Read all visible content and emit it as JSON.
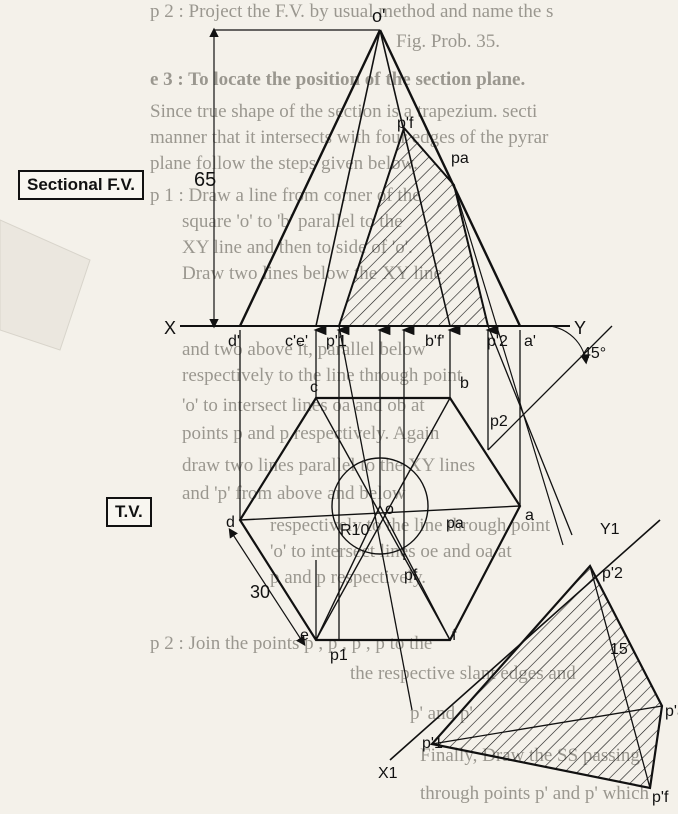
{
  "book_text": {
    "lines": [
      {
        "key": "l1",
        "text": "p 2 : Project the F.V. by usual method and name the s"
      },
      {
        "key": "l2",
        "text": "Fig. Prob. 35."
      },
      {
        "key": "l3",
        "text": "e 3 : To locate the position of the section plane."
      },
      {
        "key": "l4",
        "text": "Since true shape of the section is a trapezium. secti"
      },
      {
        "key": "l5",
        "text": "manner that it intersects with four edges of the pyrar"
      },
      {
        "key": "l6",
        "text": "plane follow the steps given below."
      },
      {
        "key": "l7",
        "text": "p 1 : Draw a line from corner of the"
      },
      {
        "key": "l8",
        "text": "square 'o' to 'b' parallel to the"
      },
      {
        "key": "l9",
        "text": "XY line and then to side of 'o'."
      },
      {
        "key": "l10",
        "text": "Draw two lines below the XY line"
      },
      {
        "key": "l11",
        "text": "and two above it, parallel below"
      },
      {
        "key": "l12",
        "text": "respectively to the line through point"
      },
      {
        "key": "l13",
        "text": "'o' to intersect lines oa and ob at"
      },
      {
        "key": "l14",
        "text": "points p and p respectively. Again"
      },
      {
        "key": "l15",
        "text": "draw two lines parallel to the XY lines"
      },
      {
        "key": "l16",
        "text": "and 'p' from above and below"
      },
      {
        "key": "l17",
        "text": "respectively to the line through point"
      },
      {
        "key": "l18",
        "text": "'o' to intersect lines oe and oa at"
      },
      {
        "key": "l19",
        "text": "p and p respectively."
      },
      {
        "key": "l20",
        "text": "p 2 : Join the points p , p , p , p to the"
      },
      {
        "key": "l21",
        "text": "the respective slant edges and"
      },
      {
        "key": "l22",
        "text": "p' and p'"
      },
      {
        "key": "l23",
        "text": "Finally, Draw the SS passing"
      },
      {
        "key": "l24",
        "text": "through points p' and p' which"
      }
    ]
  },
  "labels": {
    "sectional_fv": "Sectional F.V.",
    "tv": "T.V.",
    "dim_65": "65",
    "dim_30": "30",
    "dim_15": "15",
    "angle_45": "45°",
    "radius": "R10"
  },
  "points": {
    "o_prime": "o'",
    "pf_prime": "p'f",
    "pa_prime": "pa",
    "X": "X",
    "Y": "Y",
    "d_prime": "d'",
    "ce_prime": "c'e'",
    "p1_prime": "p'1",
    "bf_prime": "b'f'",
    "p2_prime": "p'2",
    "a_prime": "a'",
    "c": "c",
    "b": "b",
    "p2": "p2",
    "d": "d",
    "o": "o",
    "pa": "pa",
    "a": "a",
    "pf": "pf",
    "e": "e",
    "p1": "p1",
    "f": "f",
    "X1": "X1",
    "Y1": "Y1",
    "p2_aux": "p'2",
    "p1_aux": "p'1",
    "pa_aux": "p'a",
    "pf_aux": "p'f"
  }
}
